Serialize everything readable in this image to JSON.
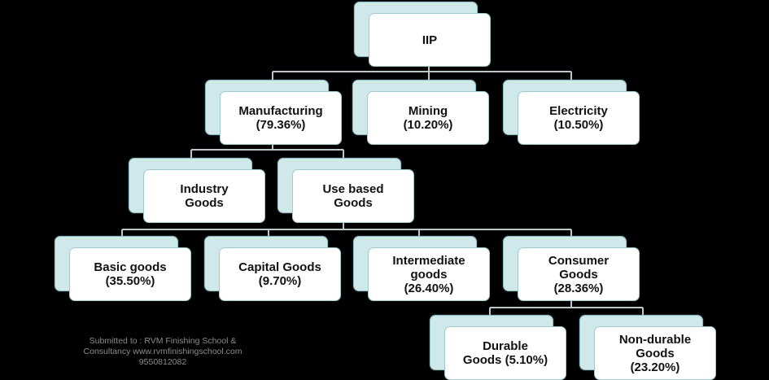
{
  "nodes": {
    "iip": {
      "line1": "IIP",
      "line2": ""
    },
    "manufacturing": {
      "line1": "Manufacturing",
      "line2": "(79.36%)"
    },
    "mining": {
      "line1": "Mining",
      "line2": "(10.20%)"
    },
    "electricity": {
      "line1": "Electricity",
      "line2": "(10.50%)"
    },
    "industry_goods": {
      "line1": "Industry",
      "line2": "Goods"
    },
    "use_based_goods": {
      "line1": "Use based",
      "line2": "Goods"
    },
    "basic_goods": {
      "line1": "Basic goods",
      "line2": "(35.50%)"
    },
    "capital_goods": {
      "line1": "Capital Goods",
      "line2": "(9.70%)"
    },
    "intermediate_goods": {
      "line1": "Intermediate",
      "line2": "goods",
      "line3": "(26.40%)"
    },
    "consumer_goods": {
      "line1": "Consumer",
      "line2": "Goods",
      "line3": "(28.36%)"
    },
    "durable_goods": {
      "line1": "Durable",
      "line2": "Goods (5.10%)"
    },
    "non_durable_goods": {
      "line1": "Non-durable",
      "line2": "Goods",
      "line3": "(23.20%)"
    }
  },
  "footer": {
    "line1": "Submitted to : RVM Finishing School &",
    "line2": "Consultancy www.rvmfinishingschool.com",
    "line3": "9550812082"
  },
  "colors": {
    "background": "#000000",
    "box_back": "#cfe9eb",
    "box_front": "#ffffff",
    "connector": "#b9c9cb"
  }
}
